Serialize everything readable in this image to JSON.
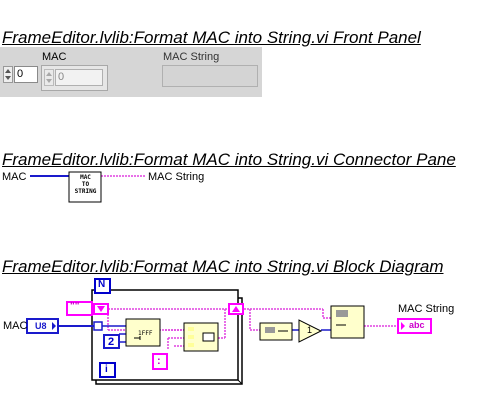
{
  "front_panel": {
    "title": "FrameEditor.lvlib:Format MAC into String.vi Front Panel",
    "mac_label": "MAC",
    "mac_value": "0",
    "mac_ghost_value": "0",
    "mac_string_label": "MAC String"
  },
  "connector_pane": {
    "title": "FrameEditor.lvlib:Format MAC into String.vi Connector Pane",
    "input_label": "MAC",
    "output_label": "MAC String",
    "icon_lines": [
      "MAC",
      "TO",
      "STRING"
    ]
  },
  "block_diagram": {
    "title": "FrameEditor.lvlib:Format MAC into String.vi Block Diagram",
    "mac_label": "MAC",
    "mac_terminal_type": "U8",
    "empty_string_const": "\"\"",
    "count_terminal": "N",
    "iteration_terminal": "i",
    "width_const": "2",
    "separator_const": ":",
    "one_const": "1",
    "format_text": "1FFF",
    "output_label": "MAC String",
    "output_terminal_text": "abc"
  },
  "colors": {
    "string_wire": "#e040e0",
    "numeric_wire": "#1a1acc",
    "terminal_blue": "#0000cc",
    "terminal_pink": "#ff00ff",
    "node_fill": "#ffffcc",
    "panel_bg": "#d6d6d6"
  }
}
